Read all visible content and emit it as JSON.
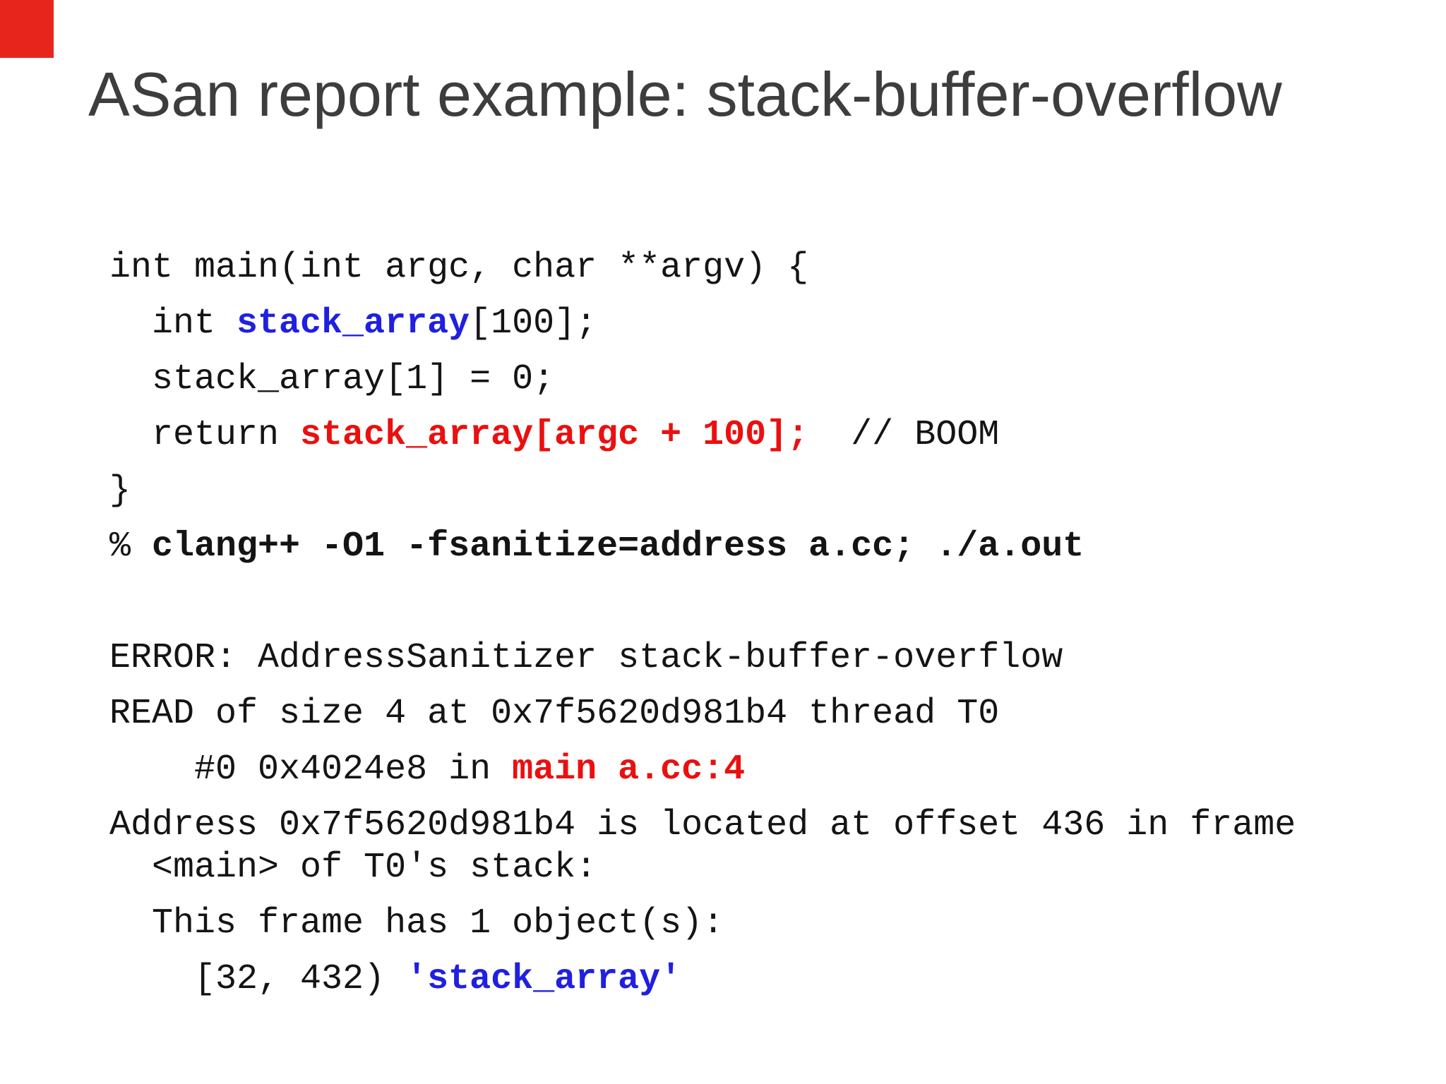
{
  "slide": {
    "title": "ASan report example: stack-buffer-overflow",
    "corner_marker_color": "#e8251c",
    "colors": {
      "title_text": "#3d3d3d",
      "code_text": "#141414",
      "highlight_blue": "#2020e0",
      "highlight_red": "#ea1010"
    },
    "code": {
      "paragraphs": [
        {
          "lines": [
            [
              {
                "t": "int main(int argc, char **argv) {",
                "s": "plain"
              }
            ]
          ]
        },
        {
          "lines": [
            [
              {
                "t": "  int ",
                "s": "plain"
              },
              {
                "t": "stack_array",
                "s": "blue"
              },
              {
                "t": "[100];",
                "s": "plain"
              }
            ]
          ]
        },
        {
          "lines": [
            [
              {
                "t": "  stack_array[1] = 0;",
                "s": "plain"
              }
            ]
          ]
        },
        {
          "lines": [
            [
              {
                "t": "  return ",
                "s": "plain"
              },
              {
                "t": "stack_array[argc + 100];",
                "s": "red"
              },
              {
                "t": "  // BOOM",
                "s": "plain"
              }
            ]
          ]
        },
        {
          "lines": [
            [
              {
                "t": "}",
                "s": "plain"
              }
            ]
          ]
        },
        {
          "lines": [
            [
              {
                "t": "% ",
                "s": "plain"
              },
              {
                "t": "clang++ -O1 -fsanitize=address a.cc; ./a.out",
                "s": "bold"
              }
            ]
          ]
        },
        {
          "lines": [
            []
          ]
        },
        {
          "lines": [
            [
              {
                "t": "ERROR: AddressSanitizer stack-buffer-overflow",
                "s": "plain"
              }
            ]
          ]
        },
        {
          "lines": [
            [
              {
                "t": "READ of size 4 at 0x7f5620d981b4 thread T0",
                "s": "plain"
              }
            ]
          ]
        },
        {
          "lines": [
            [
              {
                "t": "    #0 0x4024e8 in ",
                "s": "plain"
              },
              {
                "t": "main a.cc:4",
                "s": "red"
              }
            ]
          ]
        },
        {
          "lines": [
            [
              {
                "t": "Address 0x7f5620d981b4 is located at offset 436 in frame",
                "s": "plain"
              }
            ],
            [
              {
                "t": "  <main> of T0's stack:",
                "s": "plain"
              }
            ]
          ]
        },
        {
          "lines": [
            [
              {
                "t": "  This frame has 1 object(s):",
                "s": "plain"
              }
            ]
          ]
        },
        {
          "lines": [
            [
              {
                "t": "    [32, 432) ",
                "s": "plain"
              },
              {
                "t": "'stack_array'",
                "s": "blue"
              }
            ]
          ]
        }
      ]
    }
  }
}
